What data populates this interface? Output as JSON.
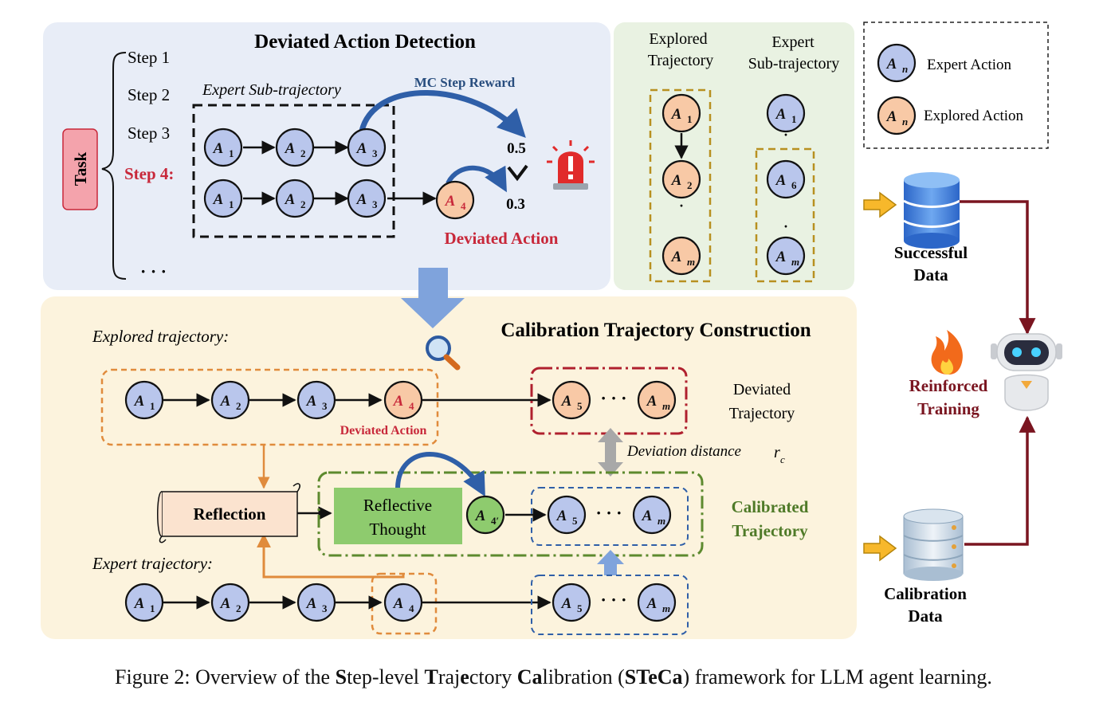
{
  "top_panel": {
    "title": "Deviated Action Detection",
    "task_label": "Task",
    "steps": [
      "Step 1",
      "Step 2",
      "Step 3",
      "Step 4:",
      "· · ·"
    ],
    "expert_subtraj_label": "Expert Sub-trajectory",
    "mc_reward_label": "MC Step Reward",
    "reward_high": "0.5",
    "reward_low": "0.3",
    "deviated_action_label": "Deviated Action"
  },
  "compare_panel": {
    "explored_label_1": "Explored",
    "explored_label_2": "Trajectory",
    "expert_label_1": "Expert",
    "expert_label_2": "Sub-trajectory"
  },
  "legend": {
    "expert_action": "Expert Action",
    "explored_action": "Explored Action"
  },
  "bottom_panel": {
    "title": "Calibration Trajectory Construction",
    "explored_traj_label": "Explored trajectory:",
    "expert_traj_label": "Expert trajectory:",
    "deviated_action_label": "Deviated Action",
    "deviated_traj_1": "Deviated",
    "deviated_traj_2": "Trajectory",
    "deviation_distance": "Deviation distance",
    "rc": "r",
    "rc_sub": "c",
    "reflection": "Reflection",
    "reflective_1": "Reflective",
    "reflective_2": "Thought",
    "calibrated_1": "Calibrated",
    "calibrated_2": "Trajectory",
    "dots": "· · ·"
  },
  "right_side": {
    "successful_1": "Successful",
    "successful_2": "Data",
    "reinforced_1": "Reinforced",
    "reinforced_2": "Training",
    "calibration_1": "Calibration",
    "calibration_2": "Data"
  },
  "caption": {
    "prefix": "Figure 2: Overview of the ",
    "s1b": "S",
    "s1": "tep-level ",
    "s2b": "T",
    "s2": "raj",
    "s3b": "e",
    "s3": "ctory ",
    "s4b": "Ca",
    "s4": "libration (",
    "s5b": "STeCa",
    "s5": ") framework for LLM agent learning."
  },
  "node_labels": {
    "A": "A",
    "sub1": "1",
    "sub2": "2",
    "sub3": "3",
    "sub4": "4",
    "sub4p": "4′",
    "sub5": "5",
    "sub6": "6",
    "subm": "m",
    "subn": "n"
  },
  "colors": {
    "expert_fill": "#b9c6ec",
    "explored_fill": "#f8c9a6",
    "deviated_red": "#c8283a",
    "calibrated_green": "#4f7a28",
    "arrow_darkred": "#7a1520"
  }
}
